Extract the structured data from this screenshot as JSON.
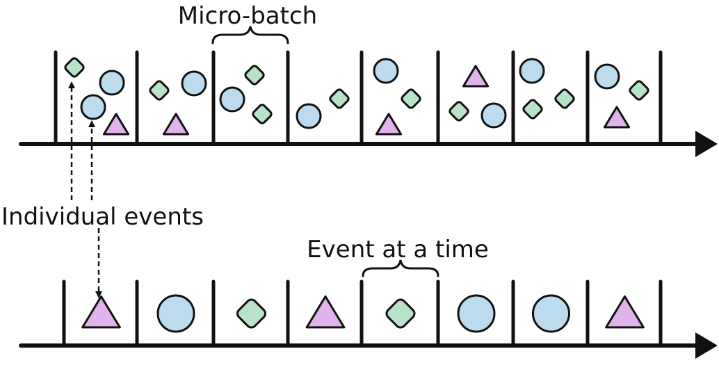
{
  "labels": {
    "micro_batch": "Micro-batch",
    "individual_events": "Individual events",
    "event_at_a_time": "Event at a time"
  },
  "colors": {
    "diamond": "#b9e3c8",
    "circle": "#bcdbee",
    "triangle": "#e1b2ec",
    "stroke": "#111111"
  },
  "shape_legend": [
    "diamond",
    "circle",
    "triangle"
  ],
  "micro_batch_timeline": {
    "batches": [
      [
        "diamond",
        "circle",
        "circle",
        "triangle"
      ],
      [
        "diamond",
        "circle",
        "triangle"
      ],
      [
        "diamond",
        "circle",
        "diamond"
      ],
      [
        "circle",
        "diamond"
      ],
      [
        "circle",
        "diamond",
        "triangle"
      ],
      [
        "triangle",
        "diamond",
        "circle"
      ],
      [
        "circle",
        "diamond",
        "diamond"
      ],
      [
        "circle",
        "diamond",
        "triangle"
      ]
    ]
  },
  "event_at_a_time_timeline": {
    "events": [
      "triangle",
      "circle",
      "diamond",
      "triangle",
      "diamond",
      "circle",
      "circle",
      "triangle"
    ]
  }
}
